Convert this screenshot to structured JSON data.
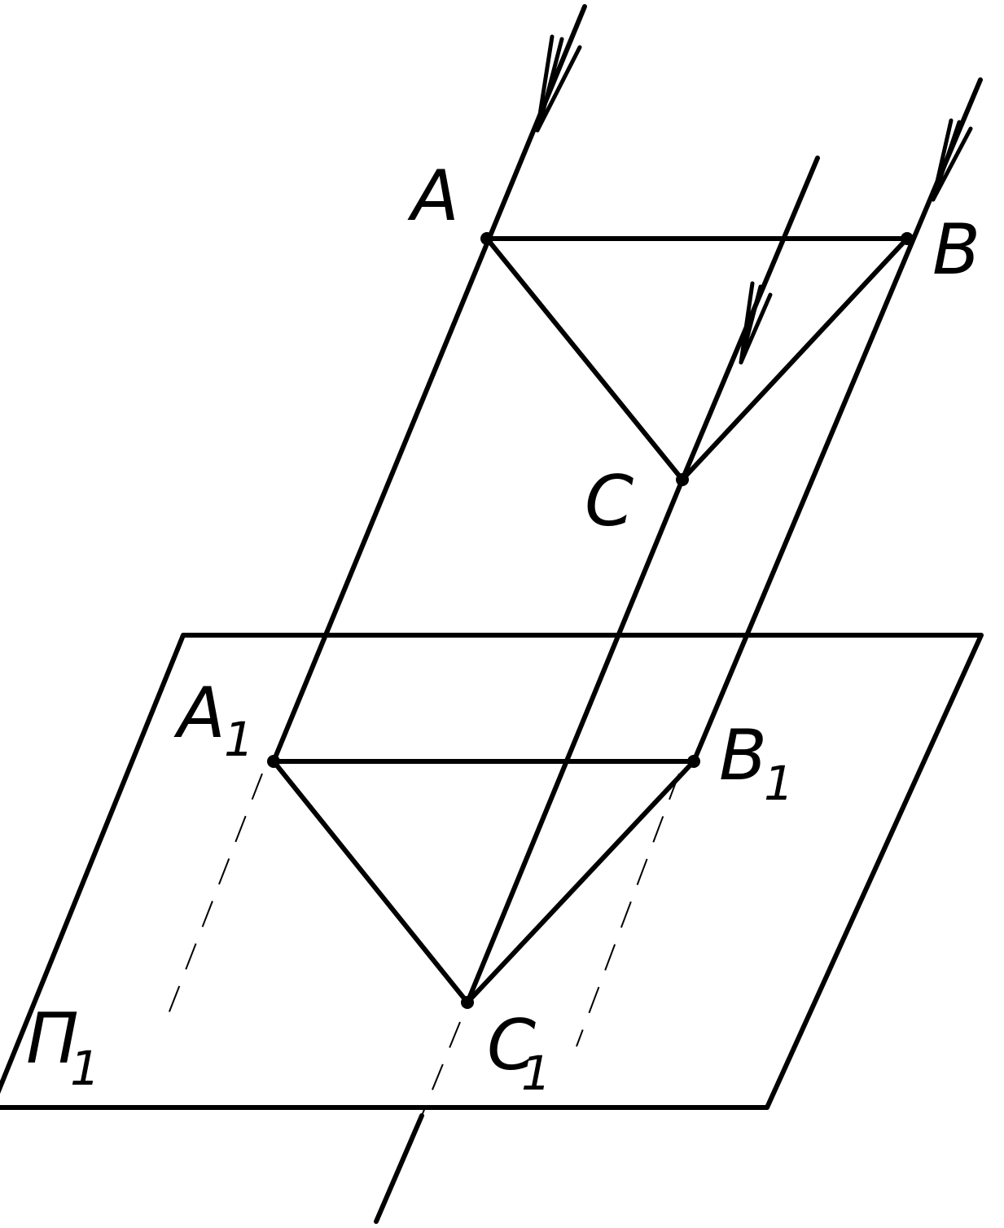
{
  "labels": {
    "a": "A",
    "b": "B",
    "c": "C",
    "a1": "A",
    "b1": "B",
    "c1": "C",
    "plane": "П",
    "sub1": "1"
  },
  "colors": {
    "ink": "#000000",
    "background": "#ffffff"
  },
  "icons": {
    "direction": "double-chevron-arrow"
  }
}
